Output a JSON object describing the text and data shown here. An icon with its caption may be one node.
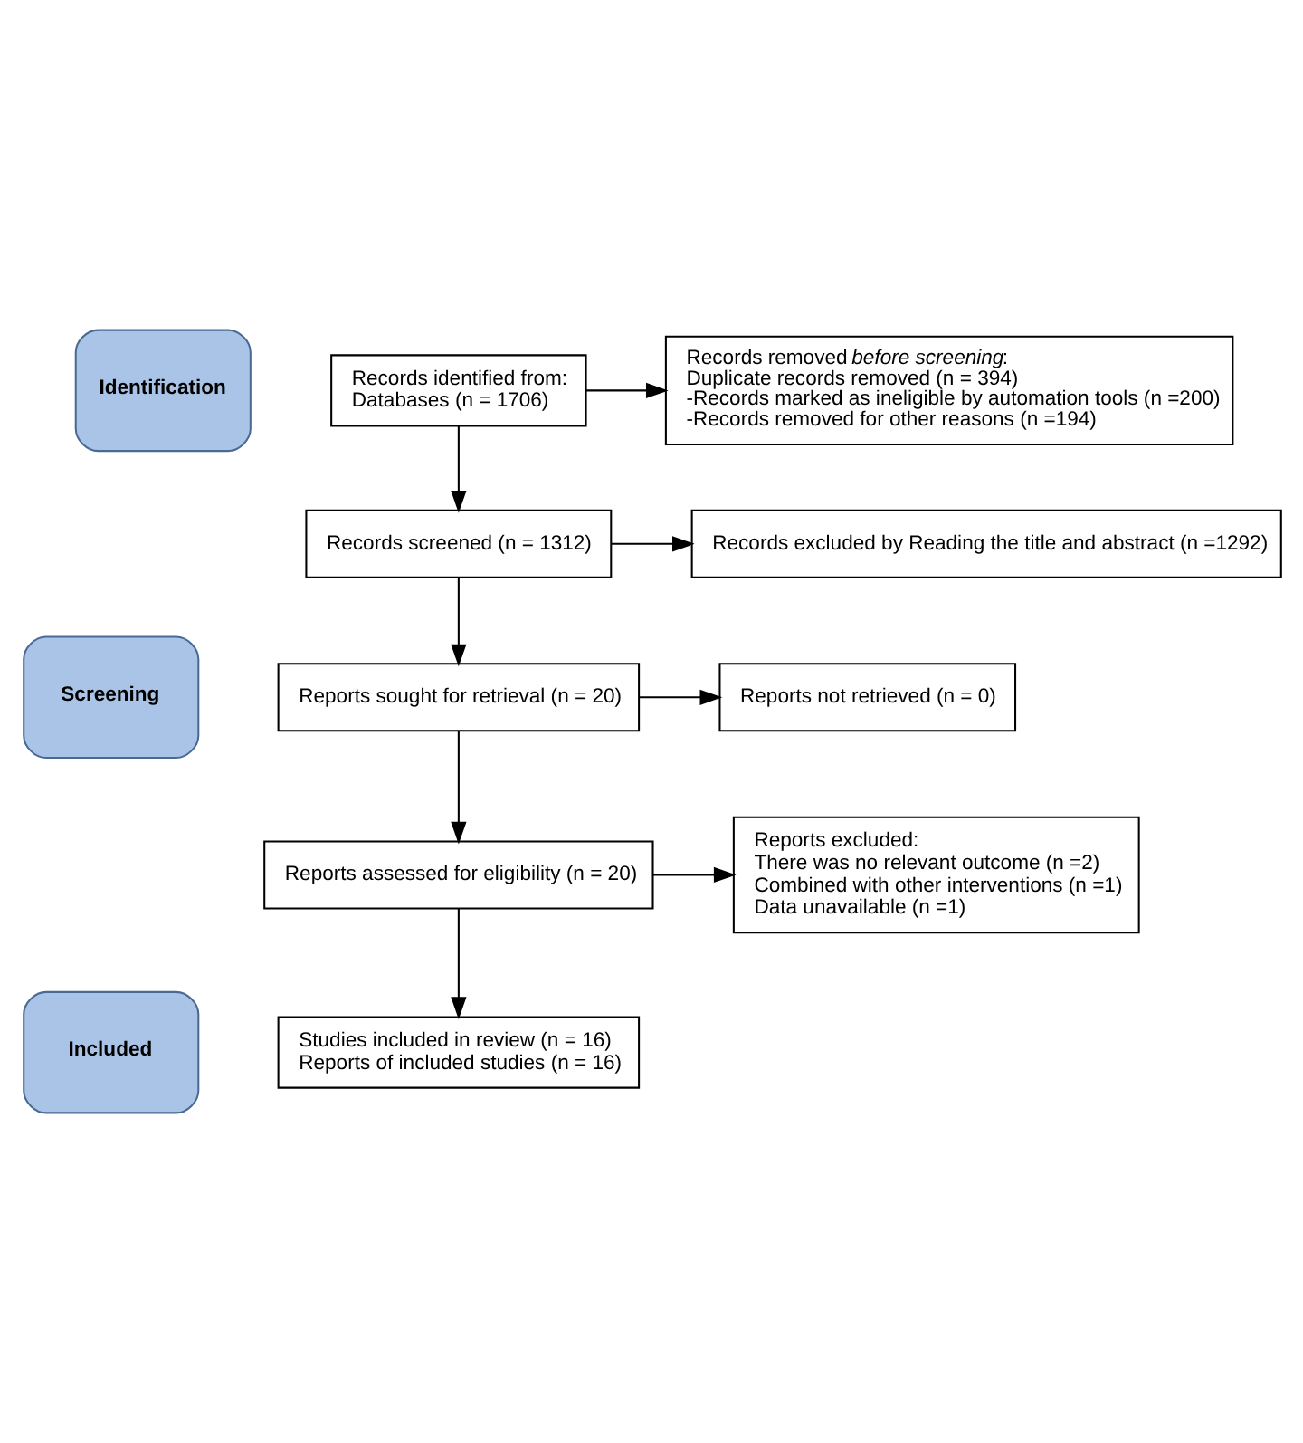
{
  "diagram": {
    "nodes": [
      {
        "text": [
          "Identification"
        ]
      },
      {
        "text": [
          "Screening"
        ]
      },
      {
        "text": [
          "Included"
        ]
      },
      {
        "text": [
          "Records identified from:",
          "Databases (n = 1706)"
        ]
      },
      {
        "text": [
          "Records removed *before screening*:",
          "Duplicate records removed (n = 394)",
          "-Records marked as ineligible by automation tools (n =200)",
          "-Records removed for other reasons (n =194)"
        ]
      },
      {
        "text": [
          "Records screened (n = 1312)"
        ]
      },
      {
        "text": [
          "Records excluded by Reading the title and abstract (n =1292)"
        ]
      },
      {
        "text": [
          "Reports sought for retrieval (n = 20)"
        ]
      },
      {
        "text": [
          "Reports not retrieved (n = 0)"
        ]
      },
      {
        "text": [
          "Reports assessed for eligibility (n = 20)"
        ]
      },
      {
        "text": [
          "Reports excluded:",
          "There was no relevant outcome (n =2)",
          "Combined with other interventions (n =1)",
          "Data unavailable (n =1)"
        ]
      },
      {
        "text": [
          "Studies included in review (n = 16)",
          "Reports of included studies (n = 16)"
        ]
      }
    ],
    "edges": [
      {
        "from": 3,
        "to": 4,
        "arrow": "to"
      },
      {
        "from": 3,
        "to": 5,
        "arrow": "to"
      },
      {
        "from": 5,
        "to": 6,
        "arrow": "to"
      },
      {
        "from": 5,
        "to": 7,
        "arrow": "to"
      },
      {
        "from": 7,
        "to": 8,
        "arrow": "to"
      },
      {
        "from": 7,
        "to": 9,
        "arrow": "to"
      },
      {
        "from": 9,
        "to": 10,
        "arrow": "to"
      },
      {
        "from": 9,
        "to": 11,
        "arrow": "to"
      }
    ]
  }
}
